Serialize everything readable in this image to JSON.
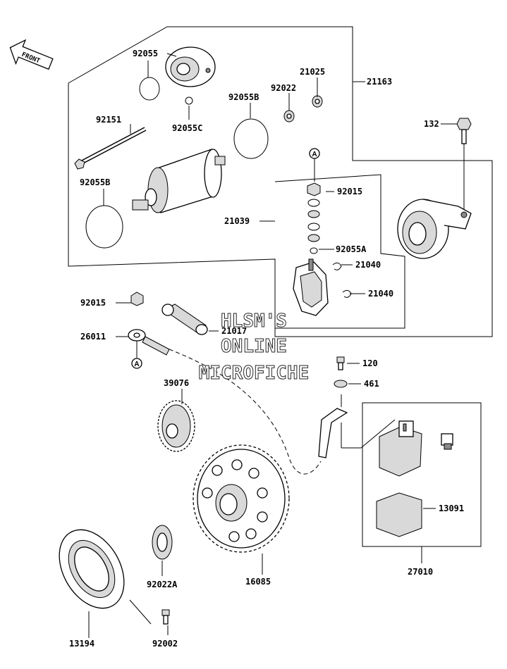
{
  "diagram": {
    "front_label": "FRONT",
    "ref_marker": "A",
    "watermark": [
      "HLSM'S",
      "ONLINE",
      "MICROFICHE"
    ],
    "parts": {
      "p92055": "92055",
      "p21025": "21025",
      "p21163": "21163",
      "p92022": "92022",
      "p92055B_top": "92055B",
      "p92151": "92151",
      "p92055C": "92055C",
      "p132": "132",
      "p92055B": "92055B",
      "p92015_top": "92015",
      "p21039": "21039",
      "p92055A": "92055A",
      "p21040_a": "21040",
      "p21040_b": "21040",
      "p92015": "92015",
      "p21017": "21017",
      "p26011": "26011",
      "p120": "120",
      "p461": "461",
      "p39076": "39076",
      "p13091": "13091",
      "p92022A": "92022A",
      "p16085": "16085",
      "p27010": "27010",
      "p13194": "13194",
      "p92002": "92002"
    }
  }
}
